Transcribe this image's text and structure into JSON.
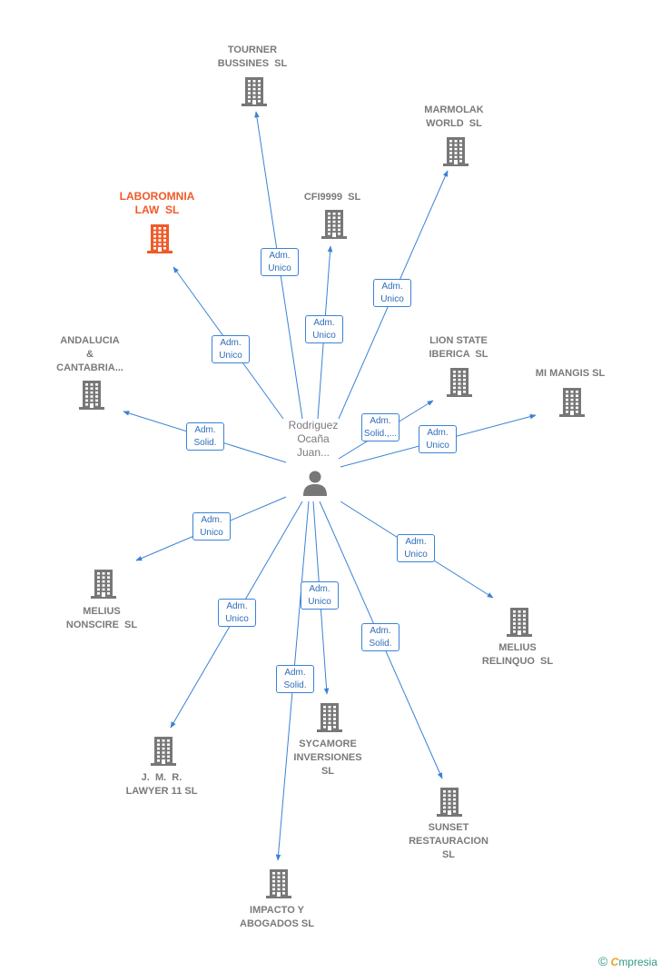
{
  "center": {
    "name": "Rodriguez\nOcaña\nJuan..."
  },
  "nodes": [
    {
      "id": "tourner",
      "label": "TOURNER\nBUSSINES  SL",
      "highlight": false
    },
    {
      "id": "marmolak",
      "label": "MARMOLAK\nWORLD  SL",
      "highlight": false
    },
    {
      "id": "laboromnia",
      "label": "LABOROMNIA\nLAW  SL",
      "highlight": true
    },
    {
      "id": "cfi9999",
      "label": "CFI9999  SL",
      "highlight": false
    },
    {
      "id": "andalucia",
      "label": "ANDALUCIA\n&\nCANTABRIA...",
      "highlight": false
    },
    {
      "id": "lionstate",
      "label": "LION STATE\nIBERICA  SL",
      "highlight": false
    },
    {
      "id": "mimangis",
      "label": "MI MANGIS SL",
      "highlight": false
    },
    {
      "id": "meliusnonscire",
      "label": "MELIUS\nNONSCIRE  SL",
      "highlight": false
    },
    {
      "id": "meliusrelinquo",
      "label": "MELIUS\nRELINQUO  SL",
      "highlight": false
    },
    {
      "id": "jmr",
      "label": "J.  M.  R.\nLAWYER 11 SL",
      "highlight": false
    },
    {
      "id": "sycamore",
      "label": "SYCAMORE\nINVERSIONES\nSL",
      "highlight": false
    },
    {
      "id": "sunset",
      "label": "SUNSET\nRESTAURACION\nSL",
      "highlight": false
    },
    {
      "id": "impacto",
      "label": "IMPACTO Y\nABOGADOS SL",
      "highlight": false
    }
  ],
  "edges": [
    {
      "to": "tourner",
      "label": "Adm.\nUnico"
    },
    {
      "to": "marmolak",
      "label": "Adm.\nUnico"
    },
    {
      "to": "laboromnia",
      "label": "Adm.\nUnico"
    },
    {
      "to": "cfi9999",
      "label": "Adm.\nUnico"
    },
    {
      "to": "andalucia",
      "label": "Adm.\nSolid."
    },
    {
      "to": "lionstate",
      "label": "Adm.\nSolid.,..."
    },
    {
      "to": "mimangis",
      "label": "Adm.\nUnico"
    },
    {
      "to": "meliusnonscire",
      "label": "Adm.\nUnico"
    },
    {
      "to": "meliusrelinquo",
      "label": "Adm.\nUnico"
    },
    {
      "to": "jmr",
      "label": "Adm.\nUnico"
    },
    {
      "to": "sycamore",
      "label": "Adm.\nUnico"
    },
    {
      "to": "sunset",
      "label": "Adm.\nSolid."
    },
    {
      "to": "impacto",
      "label": "Adm.\nSolid."
    }
  ],
  "colors": {
    "edge": "#3b82d6",
    "building": "#777777",
    "highlight": "#f05a28"
  },
  "footer": {
    "copyright": "©",
    "brand_initial": "C",
    "brand_rest": "mpresia"
  }
}
